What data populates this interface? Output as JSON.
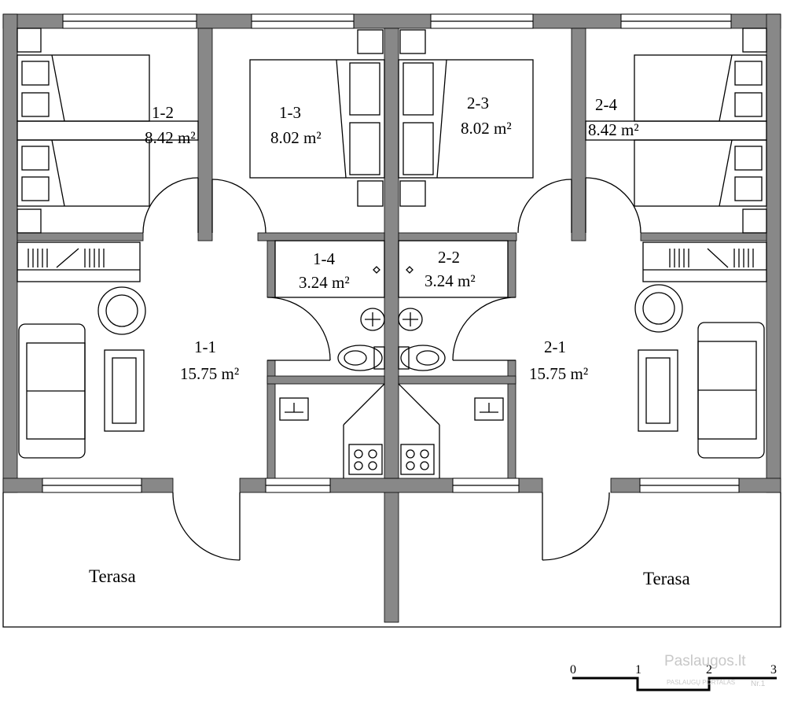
{
  "rooms": {
    "r1_1": {
      "id": "1-1",
      "area": "15.75 m²"
    },
    "r1_2": {
      "id": "1-2",
      "area": "8.42 m²"
    },
    "r1_3": {
      "id": "1-3",
      "area": "8.02 m²"
    },
    "r1_4": {
      "id": "1-4",
      "area": "3.24 m²"
    },
    "r2_1": {
      "id": "2-1",
      "area": "15.75 m²"
    },
    "r2_2": {
      "id": "2-2",
      "area": "3.24 m²"
    },
    "r2_3": {
      "id": "2-3",
      "area": "8.02 m²"
    },
    "r2_4": {
      "id": "2-4",
      "area": "8.42 m²"
    }
  },
  "terraces": {
    "left": "Terasa",
    "right": "Terasa"
  },
  "scale_bar": {
    "ticks": [
      "0",
      "1",
      "2",
      "3"
    ]
  },
  "watermark": {
    "brand": "Paslaugos.lt",
    "tagline": "PASLAUGŲ PORTALAS",
    "badge": "Nr.1"
  }
}
